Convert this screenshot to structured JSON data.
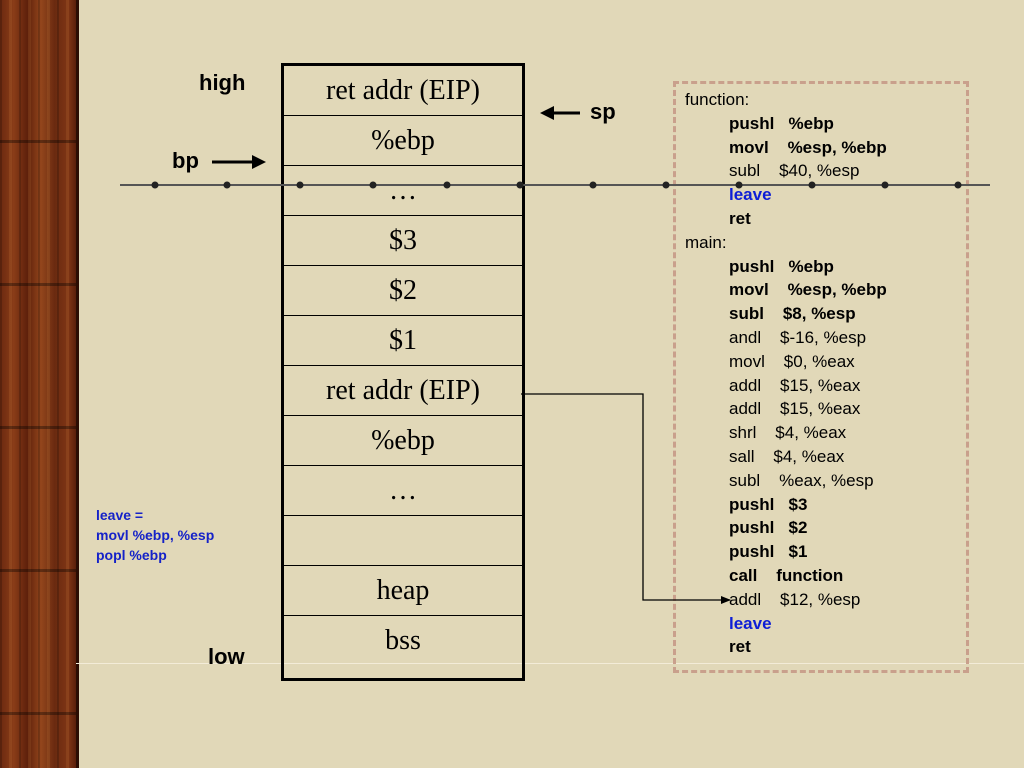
{
  "labels": {
    "high": "high",
    "low": "low",
    "bp": "bp",
    "sp": "sp"
  },
  "stack_cells": [
    "ret addr (EIP)",
    "%ebp",
    "…",
    "$3",
    "$2",
    "$1",
    "ret addr (EIP)",
    "%ebp",
    "…",
    "",
    "heap",
    "bss"
  ],
  "note": {
    "line1": "leave =",
    "line2": "movl  %ebp, %esp",
    "line3": "popl  %ebp"
  },
  "code": [
    {
      "text": "function:",
      "style": "label"
    },
    {
      "text": "pushl   %ebp",
      "style": "bold"
    },
    {
      "text": "movl    %esp, %ebp",
      "style": "bold"
    },
    {
      "text": "subl    $40, %esp",
      "style": "normal"
    },
    {
      "text": "leave",
      "style": "blue"
    },
    {
      "text": "ret",
      "style": "bold"
    },
    {
      "text": "main:",
      "style": "label"
    },
    {
      "text": "pushl   %ebp",
      "style": "bold"
    },
    {
      "text": "movl    %esp, %ebp",
      "style": "bold"
    },
    {
      "text": "subl    $8, %esp",
      "style": "bold"
    },
    {
      "text": "andl    $-16, %esp",
      "style": "normal"
    },
    {
      "text": "movl    $0, %eax",
      "style": "normal"
    },
    {
      "text": "addl    $15, %eax",
      "style": "normal"
    },
    {
      "text": "addl    $15, %eax",
      "style": "normal"
    },
    {
      "text": "shrl    $4, %eax",
      "style": "normal"
    },
    {
      "text": "sall    $4, %eax",
      "style": "normal"
    },
    {
      "text": "subl    %eax, %esp",
      "style": "normal"
    },
    {
      "text": "pushl   $3",
      "style": "bold"
    },
    {
      "text": "pushl   $2",
      "style": "bold"
    },
    {
      "text": "pushl   $1",
      "style": "bold"
    },
    {
      "text": "call    function",
      "style": "bold"
    },
    {
      "text": "addl    $12, %esp",
      "style": "normal"
    },
    {
      "text": "leave",
      "style": "blue"
    },
    {
      "text": "ret",
      "style": "bold"
    }
  ],
  "colors": {
    "background": "#e1d8b8",
    "note_blue": "#1522c8",
    "leave_blue": "#0d1ed6",
    "dash_border": "#c9a08c"
  }
}
